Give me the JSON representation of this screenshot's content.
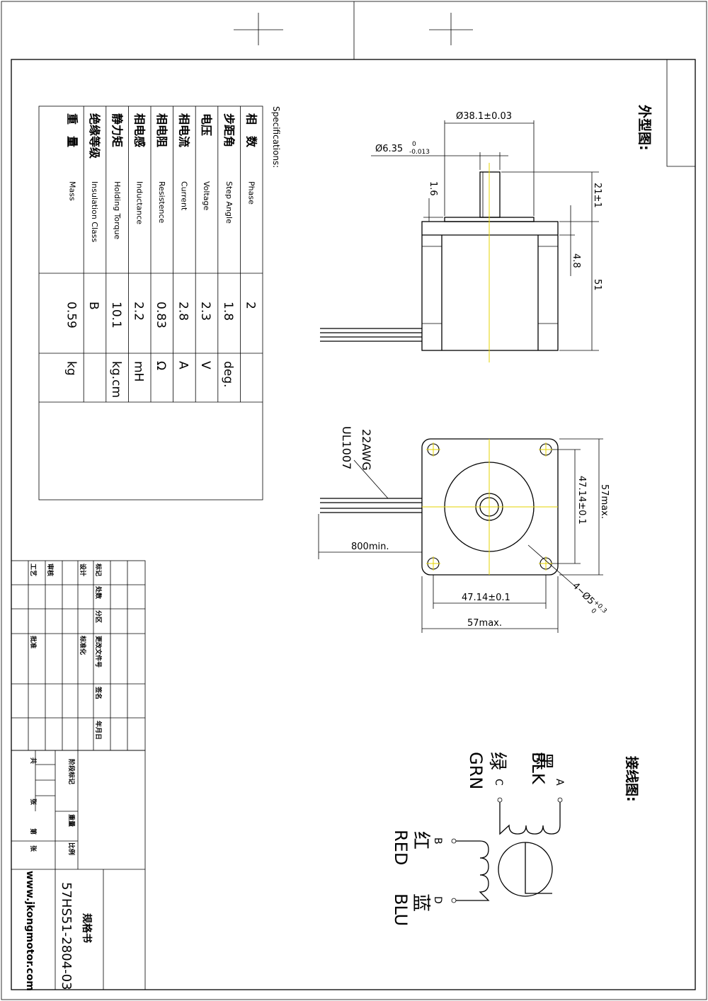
{
  "sections": {
    "outline": "外型图:",
    "wiring": "接线图:"
  },
  "specs": {
    "heading": "Specifications:",
    "rows": [
      {
        "zh": "相　数",
        "en": "Phase",
        "value": "2",
        "unit": ""
      },
      {
        "zh": "步距角",
        "en": "Step Angle",
        "value": "1.8",
        "unit": "deg."
      },
      {
        "zh": "电压",
        "en": "Voltage",
        "value": "2.3",
        "unit": "V"
      },
      {
        "zh": "相电流",
        "en": "Current",
        "value": "2.8",
        "unit": "A"
      },
      {
        "zh": "相电阻",
        "en": "Resistence",
        "value": "0.83",
        "unit": "Ω"
      },
      {
        "zh": "相电感",
        "en": "Inductance",
        "value": "2.2",
        "unit": "mH"
      },
      {
        "zh": "静力矩",
        "en": "Holding Torque",
        "value": "10.1",
        "unit": "kg.cm"
      },
      {
        "zh": "绝缘等级",
        "en": "Insulation Class",
        "value": "B",
        "unit": ""
      },
      {
        "zh": "重　量",
        "en": "Mass",
        "value": "0.59",
        "unit": "kg"
      }
    ]
  },
  "dimensions": {
    "pilot_dia": "Ø38.1±0.03",
    "shaft_dia": "Ø6.35",
    "shaft_tol_upper": "0",
    "shaft_tol_lower": "-0.013",
    "flat": "1.6",
    "shaft_len": "21±1",
    "flange": "4.8",
    "body_len": "51",
    "wire_gauge": "22AWG",
    "wire_type": "UL1007",
    "lead_len": "800min.",
    "hole_spacing_v": "47.14±0.1",
    "size_v": "57max.",
    "hole_spacing_h": "47.14±0.1",
    "size_h": "57max.",
    "holes": "4−Ø5"
  },
  "holes_tol_upper": "+0.3",
  "holes_tol_lower": "0",
  "wiring": {
    "black_zh": "黑",
    "black_en": "BLK",
    "a": "A",
    "green_zh": "绿",
    "green_en": "GRN",
    "c": "C",
    "red_zh": "红",
    "red_en": "RED",
    "b": "B",
    "blue_zh": "蓝",
    "blue_en": "BLU",
    "d": "D"
  },
  "title_block": {
    "labels": [
      "标记",
      "处数",
      "分区",
      "更改文件号",
      "签名",
      "年月日",
      "设计",
      "审核",
      "工艺",
      "标准化",
      "批准",
      "阶段标记",
      "重量",
      "比例",
      "共",
      "张",
      "第",
      "张"
    ],
    "doc_type": "规格书",
    "model": "57HS51-2804-03",
    "website": "www.jkongmotor.com"
  }
}
